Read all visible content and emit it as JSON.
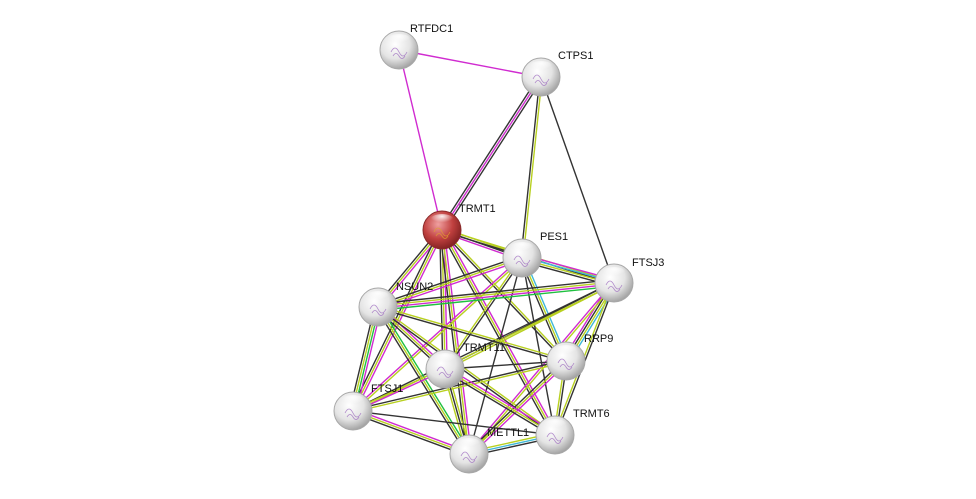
{
  "title": "STRING protein interaction network",
  "query_node": "TRMT1",
  "colors": {
    "query_node": "#c0403f",
    "node": "#e6e6e6",
    "experimental": "#d02bd0",
    "database": "#3fb8d8",
    "textmining": "#b8d020",
    "coexpression": "#333333",
    "neighborhood": "#20c040"
  },
  "nodes": [
    {
      "id": "RTFDC1",
      "label": "RTFDC1"
    },
    {
      "id": "CTPS1",
      "label": "CTPS1"
    },
    {
      "id": "TRMT1",
      "label": "TRMT1"
    },
    {
      "id": "PES1",
      "label": "PES1"
    },
    {
      "id": "FTSJ3",
      "label": "FTSJ3"
    },
    {
      "id": "NSUN2",
      "label": "NSUN2"
    },
    {
      "id": "RRP9",
      "label": "RRP9"
    },
    {
      "id": "TRMT11",
      "label": "TRMT11"
    },
    {
      "id": "FTSJ1",
      "label": "FTSJ1"
    },
    {
      "id": "TRMT6",
      "label": "TRMT6"
    },
    {
      "id": "METTL1",
      "label": "METTL1"
    }
  ],
  "edges": [
    {
      "a": "RTFDC1",
      "b": "CTPS1",
      "types": [
        "experimental"
      ]
    },
    {
      "a": "RTFDC1",
      "b": "TRMT1",
      "types": [
        "experimental"
      ]
    },
    {
      "a": "CTPS1",
      "b": "TRMT1",
      "types": [
        "coexpression",
        "experimental",
        "coexpression"
      ]
    },
    {
      "a": "CTPS1",
      "b": "PES1",
      "types": [
        "textmining",
        "coexpression"
      ]
    },
    {
      "a": "CTPS1",
      "b": "FTSJ3",
      "types": [
        "coexpression"
      ]
    },
    {
      "a": "TRMT1",
      "b": "PES1",
      "types": [
        "textmining",
        "coexpression",
        "experimental"
      ]
    },
    {
      "a": "TRMT1",
      "b": "FTSJ3",
      "types": [
        "textmining",
        "coexpression"
      ]
    },
    {
      "a": "TRMT1",
      "b": "NSUN2",
      "types": [
        "experimental",
        "textmining",
        "coexpression"
      ]
    },
    {
      "a": "TRMT1",
      "b": "TRMT11",
      "types": [
        "experimental",
        "textmining",
        "coexpression"
      ]
    },
    {
      "a": "TRMT1",
      "b": "FTSJ1",
      "types": [
        "experimental",
        "textmining",
        "coexpression"
      ]
    },
    {
      "a": "TRMT1",
      "b": "METTL1",
      "types": [
        "experimental",
        "textmining",
        "coexpression"
      ]
    },
    {
      "a": "TRMT1",
      "b": "TRMT6",
      "types": [
        "experimental",
        "textmining",
        "coexpression"
      ]
    },
    {
      "a": "TRMT1",
      "b": "RRP9",
      "types": [
        "textmining",
        "coexpression"
      ]
    },
    {
      "a": "PES1",
      "b": "FTSJ3",
      "types": [
        "experimental",
        "database",
        "textmining",
        "coexpression"
      ]
    },
    {
      "a": "PES1",
      "b": "NSUN2",
      "types": [
        "experimental",
        "textmining",
        "coexpression"
      ]
    },
    {
      "a": "PES1",
      "b": "RRP9",
      "types": [
        "database",
        "textmining",
        "coexpression"
      ]
    },
    {
      "a": "PES1",
      "b": "TRMT11",
      "types": [
        "coexpression",
        "textmining"
      ]
    },
    {
      "a": "PES1",
      "b": "TRMT6",
      "types": [
        "coexpression"
      ]
    },
    {
      "a": "PES1",
      "b": "METTL1",
      "types": [
        "coexpression"
      ]
    },
    {
      "a": "PES1",
      "b": "FTSJ1",
      "types": [
        "textmining",
        "experimental"
      ]
    },
    {
      "a": "FTSJ3",
      "b": "NSUN2",
      "types": [
        "neighborhood",
        "experimental",
        "textmining",
        "coexpression"
      ]
    },
    {
      "a": "FTSJ3",
      "b": "RRP9",
      "types": [
        "database",
        "textmining",
        "coexpression",
        "experimental"
      ]
    },
    {
      "a": "FTSJ3",
      "b": "TRMT11",
      "types": [
        "textmining",
        "coexpression"
      ]
    },
    {
      "a": "FTSJ3",
      "b": "FTSJ1",
      "types": [
        "textmining",
        "coexpression"
      ]
    },
    {
      "a": "FTSJ3",
      "b": "TRMT6",
      "types": [
        "coexpression",
        "textmining"
      ]
    },
    {
      "a": "FTSJ3",
      "b": "METTL1",
      "types": [
        "textmining",
        "experimental"
      ]
    },
    {
      "a": "NSUN2",
      "b": "TRMT11",
      "types": [
        "experimental",
        "textmining",
        "coexpression"
      ]
    },
    {
      "a": "NSUN2",
      "b": "FTSJ1",
      "types": [
        "experimental",
        "neighborhood",
        "textmining",
        "coexpression"
      ]
    },
    {
      "a": "NSUN2",
      "b": "METTL1",
      "types": [
        "neighborhood",
        "textmining",
        "coexpression"
      ]
    },
    {
      "a": "NSUN2",
      "b": "TRMT6",
      "types": [
        "textmining",
        "coexpression"
      ]
    },
    {
      "a": "NSUN2",
      "b": "RRP9",
      "types": [
        "textmining",
        "coexpression"
      ]
    },
    {
      "a": "RRP9",
      "b": "TRMT11",
      "types": [
        "coexpression"
      ]
    },
    {
      "a": "RRP9",
      "b": "TRMT6",
      "types": [
        "coexpression",
        "textmining"
      ]
    },
    {
      "a": "RRP9",
      "b": "METTL1",
      "types": [
        "experimental",
        "textmining",
        "coexpression"
      ]
    },
    {
      "a": "RRP9",
      "b": "FTSJ1",
      "types": [
        "textmining",
        "coexpression"
      ]
    },
    {
      "a": "TRMT11",
      "b": "FTSJ1",
      "types": [
        "experimental",
        "textmining"
      ]
    },
    {
      "a": "TRMT11",
      "b": "METTL1",
      "types": [
        "textmining",
        "coexpression",
        "textmining"
      ]
    },
    {
      "a": "TRMT11",
      "b": "TRMT6",
      "types": [
        "experimental",
        "textmining",
        "coexpression"
      ]
    },
    {
      "a": "FTSJ1",
      "b": "METTL1",
      "types": [
        "experimental",
        "textmining",
        "coexpression"
      ]
    },
    {
      "a": "FTSJ1",
      "b": "TRMT6",
      "types": [
        "coexpression"
      ]
    },
    {
      "a": "METTL1",
      "b": "TRMT6",
      "types": [
        "textmining",
        "database",
        "coexpression"
      ]
    }
  ]
}
